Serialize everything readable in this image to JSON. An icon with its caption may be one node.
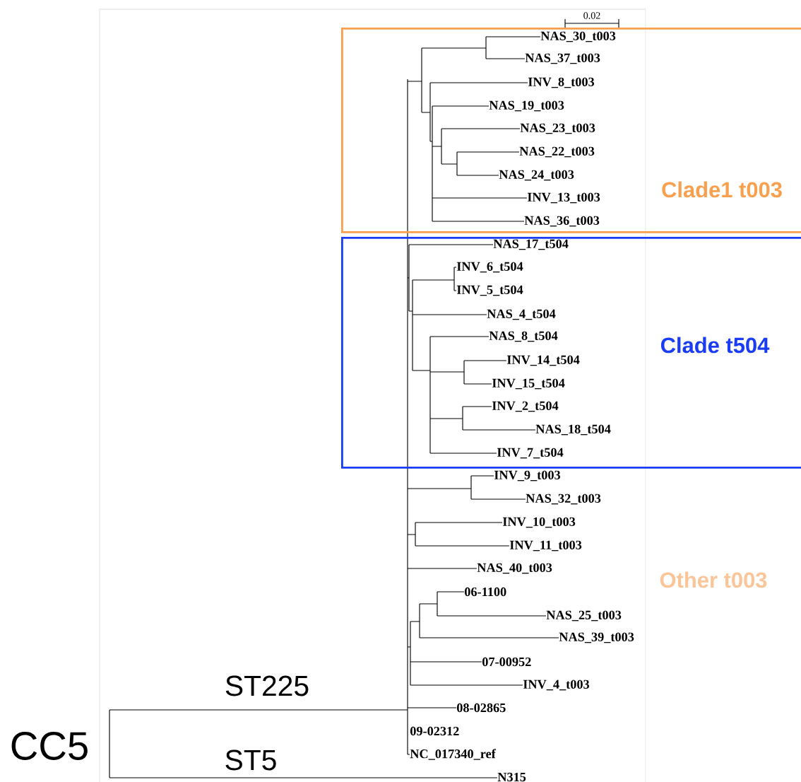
{
  "diagram": {
    "nodes": [
      {
        "text": [
          "Clade1 t003"
        ]
      },
      {
        "text": [
          "Clade t504"
        ]
      }
    ],
    "edges": [],
    "labels": [
      "0.02",
      "NAS_30_t003",
      "NAS_37_t003",
      "INV_8_t003",
      "NAS_19_t003",
      "NAS_23_t003",
      "NAS_22_t003",
      "NAS_24_t003",
      "INV_13_t003",
      "NAS_36_t003",
      "NAS_17_t504",
      "INV_6_t504",
      "INV_5_t504",
      "NAS_4_t504",
      "NAS_8_t504",
      "INV_14_t504",
      "INV_15_t504",
      "INV_2_t504",
      "NAS_18_t504",
      "INV_7_t504",
      "INV_9_t003",
      "NAS_32_t003",
      "INV_10_t003",
      "INV_11_t003",
      "NAS_40_t003",
      "06-1100",
      "NAS_25_t003",
      "NAS_39_t003",
      "07-00952",
      "INV_4_t003",
      "08-02865",
      "09-02312",
      "NC_017340_ref",
      "N315",
      "Other t003",
      "ST225",
      "CC5",
      "ST5"
    ]
  }
}
